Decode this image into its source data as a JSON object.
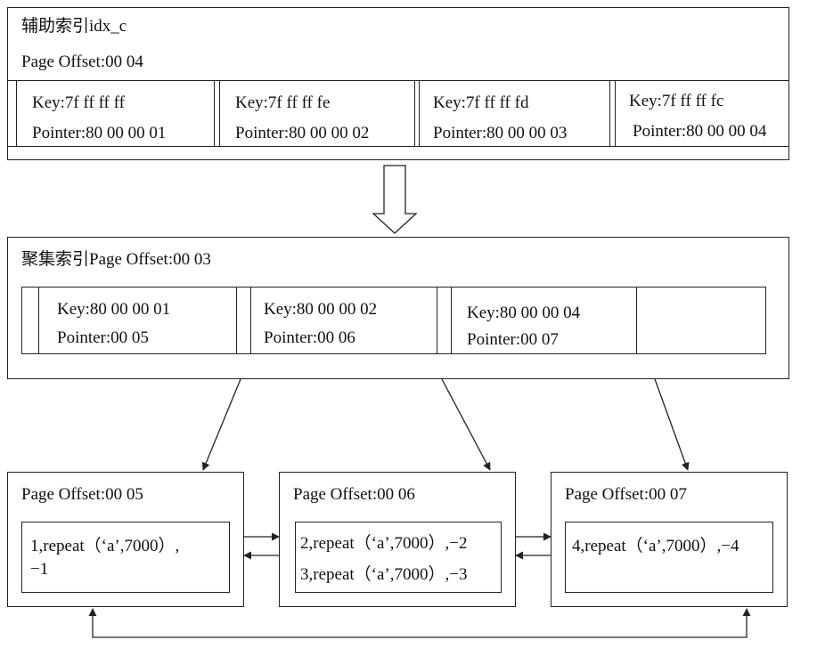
{
  "secondary_index": {
    "title": "辅助索引idx_c",
    "page_offset": "Page Offset:00 04",
    "entries": [
      {
        "key": "Key:7f ff ff ff",
        "pointer": "Pointer:80 00 00 01"
      },
      {
        "key": "Key:7f ff ff fe",
        "pointer": "Pointer:80 00 00 02"
      },
      {
        "key": "Key:7f ff ff fd",
        "pointer": "Pointer:80 00 00 03"
      },
      {
        "key": "Key:7f ff ff fc",
        "pointer": "Pointer:80 00 00 04"
      }
    ]
  },
  "clustered_index": {
    "title": "聚集索引Page Offset:00 03",
    "entries": [
      {
        "key": "Key:80 00 00 01",
        "pointer": "Pointer:00 05"
      },
      {
        "key": "Key:80 00 00 02",
        "pointer": "Pointer:00 06"
      },
      {
        "key": "Key:80 00 00 04",
        "pointer": "Pointer:00 07"
      }
    ]
  },
  "leaf_pages": [
    {
      "title": "Page Offset:00 05",
      "rows": [
        "1,repeat（‘a’,7000）,",
        "−1"
      ]
    },
    {
      "title": "Page Offset:00 06",
      "rows": [
        "2,repeat（‘a’,7000）,−2",
        "3,repeat（‘a’,7000）,−3"
      ]
    },
    {
      "title": "Page Offset:00 07",
      "rows": [
        "4,repeat（‘a’,7000）,−4"
      ]
    }
  ]
}
